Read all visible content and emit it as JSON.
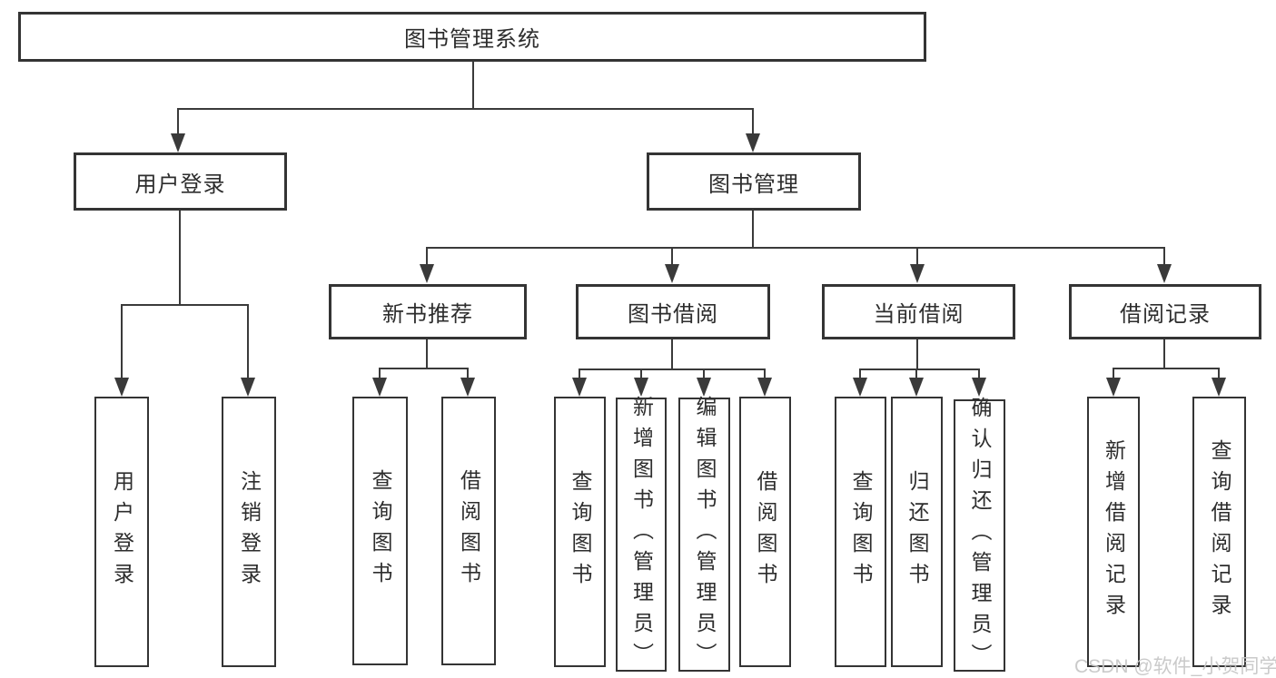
{
  "diagram": {
    "nodes": {
      "root": {
        "label": "图书管理系统"
      },
      "user_login": {
        "label": "用户登录"
      },
      "book_mgmt": {
        "label": "图书管理"
      },
      "new_book_rec": {
        "label": "新书推荐"
      },
      "book_borrow": {
        "label": "图书借阅"
      },
      "current_borrow": {
        "label": "当前借阅"
      },
      "borrow_record": {
        "label": "借阅记录"
      },
      "leaf_user_login": {
        "label": "用户登录"
      },
      "leaf_logout": {
        "label": "注销登录"
      },
      "leaf_query_book_rec": {
        "label": "查询图书"
      },
      "leaf_borrow_book_rec": {
        "label": "借阅图书"
      },
      "leaf_query_book_borrow": {
        "label": "查询图书"
      },
      "leaf_add_book_admin": {
        "label": "新增图书（管理员）"
      },
      "leaf_edit_book_admin": {
        "label": "编辑图书（管理员）"
      },
      "leaf_borrow_book_borrow": {
        "label": "借阅图书"
      },
      "leaf_query_book_current": {
        "label": "查询图书"
      },
      "leaf_return_book": {
        "label": "归还图书"
      },
      "leaf_confirm_return_admin": {
        "label": "确认归还（管理员）"
      },
      "leaf_add_borrow_record": {
        "label": "新增借阅记录"
      },
      "leaf_query_borrow_record": {
        "label": "查询借阅记录"
      }
    },
    "line_color": "#3a3a3a",
    "border_color": "#343434"
  },
  "watermark": {
    "text": "CSDN @软件_小贺同学"
  }
}
